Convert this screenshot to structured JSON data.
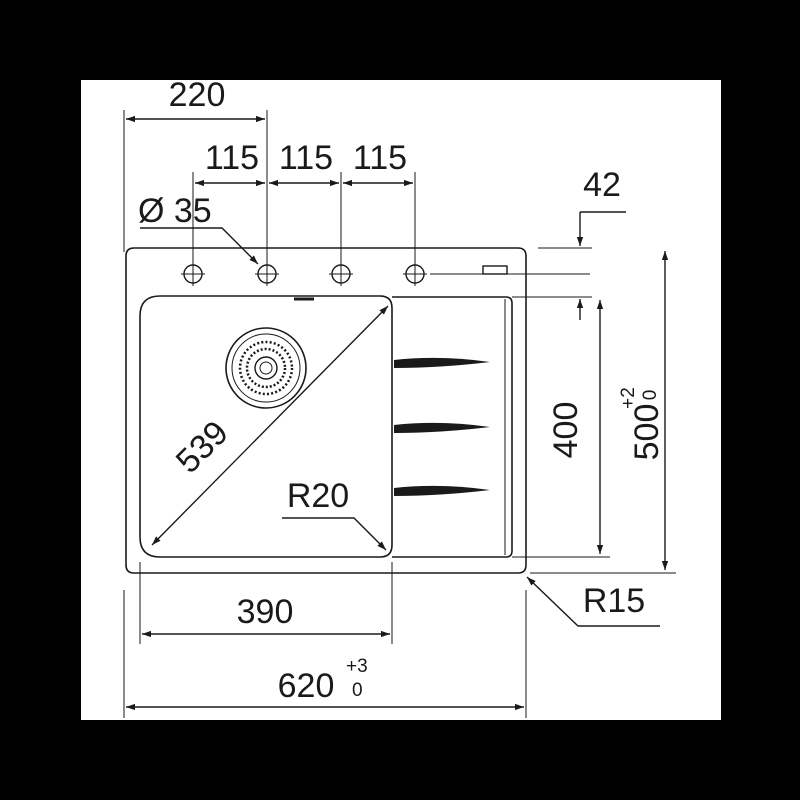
{
  "dimensions": {
    "tap_offset": "220",
    "tap_spacing_1": "115",
    "tap_spacing_2": "115",
    "tap_spacing_3": "115",
    "hole_diameter": "Ø 35",
    "rim_depth": "42",
    "bowl_diagonal": "539",
    "bowl_radius": "R20",
    "bowl_depth": "400",
    "overall_depth": "500",
    "overall_depth_tol_upper": "+2",
    "overall_depth_tol_lower": "0",
    "bowl_width": "390",
    "overall_width": "620",
    "overall_width_tol_upper": "+3",
    "overall_width_tol_lower": "0",
    "corner_radius": "R15"
  },
  "colors": {
    "line": "#1a1a1a",
    "background": "#ffffff",
    "frame": "#000000"
  }
}
